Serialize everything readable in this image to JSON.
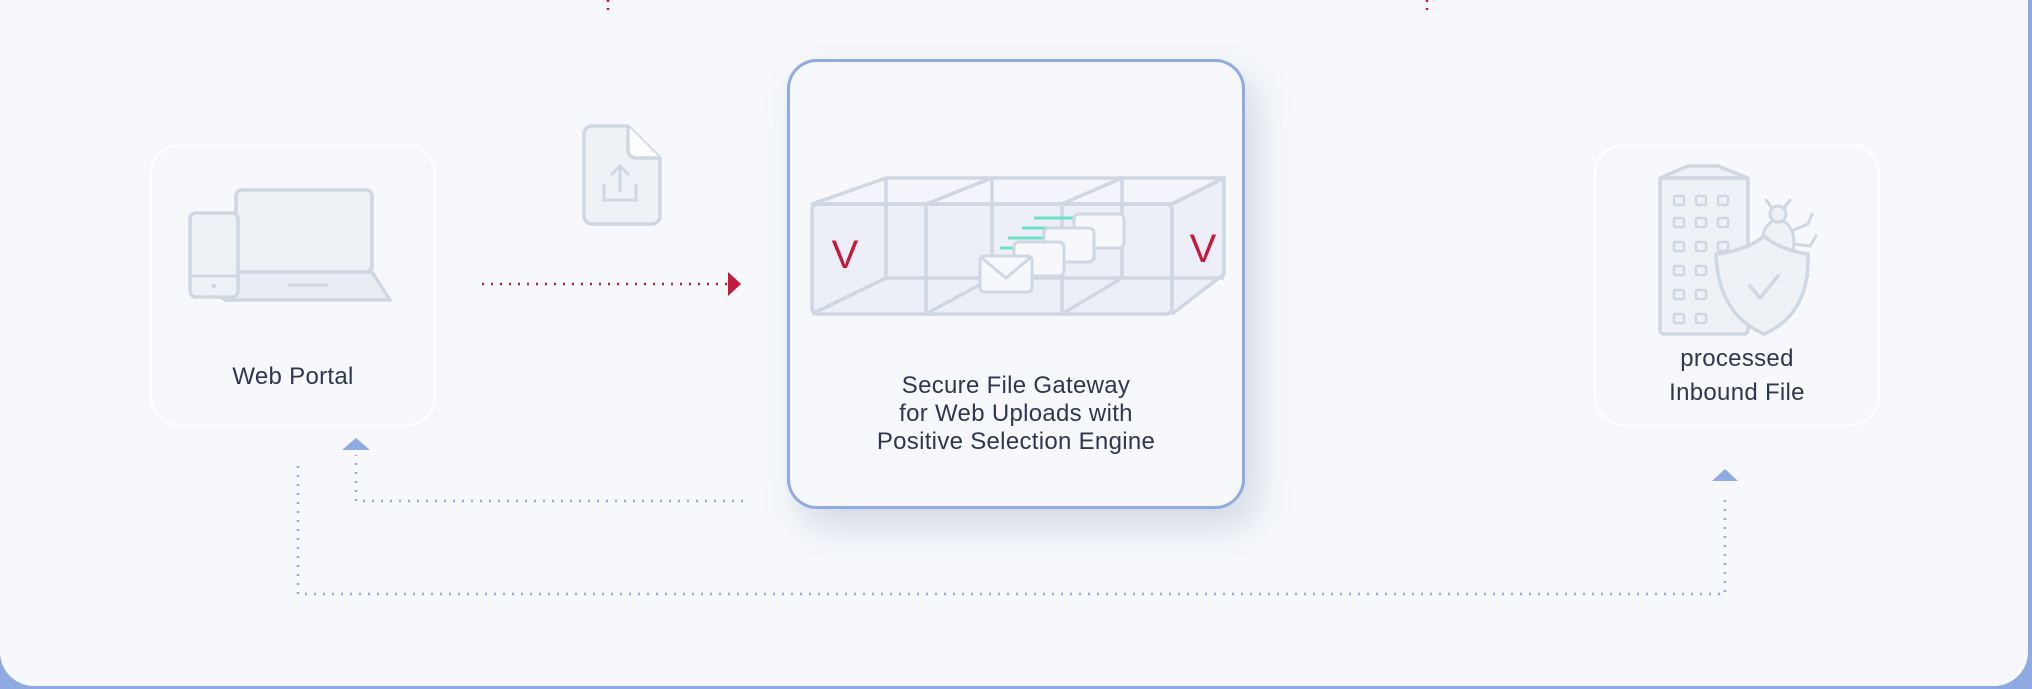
{
  "nodes": {
    "web_portal": {
      "label": "Web Portal"
    },
    "gateway": {
      "lines": [
        "Secure File Gateway",
        "for Web Uploads with",
        "Positive Selection Engine"
      ],
      "marker_glyph": "V"
    },
    "inbound_file": {
      "lines": [
        "processed",
        "Inbound File"
      ]
    }
  },
  "icons": {
    "devices": "laptop-phone-icon",
    "upload": "file-upload-icon",
    "gateway": "gateway-tunnel-icon",
    "building": "building-shield-bug-icon"
  },
  "colors": {
    "flow_red": "#c41a3d",
    "flow_blue": "#8fabe2",
    "icon_stroke": "#cfd7e3",
    "accent_green": "#6fe0c8"
  }
}
